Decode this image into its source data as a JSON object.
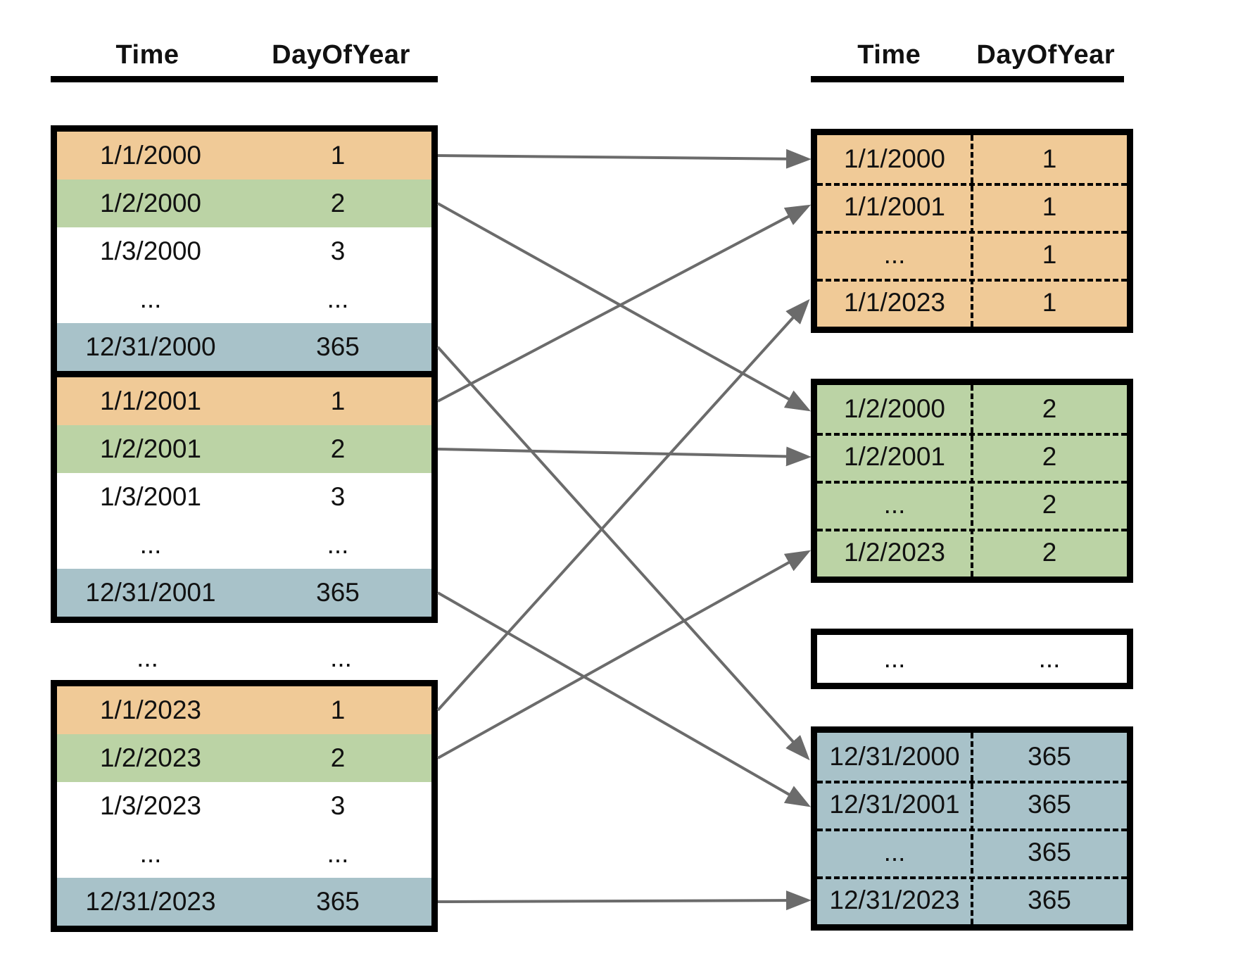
{
  "columns": {
    "time": "Time",
    "day": "DayOfYear"
  },
  "colors": {
    "orange": "#F0CA97",
    "green": "#BBD3A5",
    "blue": "#A8C2C9",
    "white": "#FFFFFF",
    "border": "#000000",
    "arrow": "#6B6B6B",
    "text": "#111111"
  },
  "left_tables": [
    {
      "name": "year-2000",
      "rows": [
        {
          "time": "1/1/2000",
          "day": "1",
          "color": "orange"
        },
        {
          "time": "1/2/2000",
          "day": "2",
          "color": "green"
        },
        {
          "time": "1/3/2000",
          "day": "3",
          "color": "white"
        },
        {
          "time": "...",
          "day": "...",
          "color": "white"
        },
        {
          "time": "12/31/2000",
          "day": "365",
          "color": "blue"
        }
      ]
    },
    {
      "name": "year-2001",
      "rows": [
        {
          "time": "1/1/2001",
          "day": "1",
          "color": "orange"
        },
        {
          "time": "1/2/2001",
          "day": "2",
          "color": "green"
        },
        {
          "time": "1/3/2001",
          "day": "3",
          "color": "white"
        },
        {
          "time": "...",
          "day": "...",
          "color": "white"
        },
        {
          "time": "12/31/2001",
          "day": "365",
          "color": "blue"
        }
      ]
    },
    {
      "name": "year-2023",
      "rows": [
        {
          "time": "1/1/2023",
          "day": "1",
          "color": "orange"
        },
        {
          "time": "1/2/2023",
          "day": "2",
          "color": "green"
        },
        {
          "time": "1/3/2023",
          "day": "3",
          "color": "white"
        },
        {
          "time": "...",
          "day": "...",
          "color": "white"
        },
        {
          "time": "12/31/2023",
          "day": "365",
          "color": "blue"
        }
      ]
    }
  ],
  "between_tables_ellipsis": {
    "time": "...",
    "day": "..."
  },
  "right_tables": [
    {
      "name": "day-1-group",
      "color": "orange",
      "divider": true,
      "rows": [
        {
          "time": "1/1/2000",
          "day": "1"
        },
        {
          "time": "1/1/2001",
          "day": "1"
        },
        {
          "time": "...",
          "day": "1"
        },
        {
          "time": "1/1/2023",
          "day": "1"
        }
      ]
    },
    {
      "name": "day-2-group",
      "color": "green",
      "divider": true,
      "rows": [
        {
          "time": "1/2/2000",
          "day": "2"
        },
        {
          "time": "1/2/2001",
          "day": "2"
        },
        {
          "time": "...",
          "day": "2"
        },
        {
          "time": "1/2/2023",
          "day": "2"
        }
      ]
    },
    {
      "name": "ellipsis-group",
      "color": "white",
      "divider": false,
      "rows": [
        {
          "time": "...",
          "day": "..."
        }
      ]
    },
    {
      "name": "day-365-group",
      "color": "blue",
      "divider": true,
      "rows": [
        {
          "time": "12/31/2000",
          "day": "365"
        },
        {
          "time": "12/31/2001",
          "day": "365"
        },
        {
          "time": "...",
          "day": "365"
        },
        {
          "time": "12/31/2023",
          "day": "365"
        }
      ]
    }
  ],
  "arrows": [
    {
      "from_table": 0,
      "from_row": 0,
      "to_table": 0,
      "to_row": 0
    },
    {
      "from_table": 0,
      "from_row": 1,
      "to_table": 1,
      "to_row": 0
    },
    {
      "from_table": 0,
      "from_row": 4,
      "to_table": 3,
      "to_row": 0
    },
    {
      "from_table": 1,
      "from_row": 0,
      "to_table": 0,
      "to_row": 1
    },
    {
      "from_table": 1,
      "from_row": 1,
      "to_table": 1,
      "to_row": 1
    },
    {
      "from_table": 1,
      "from_row": 4,
      "to_table": 3,
      "to_row": 1
    },
    {
      "from_table": 2,
      "from_row": 0,
      "to_table": 0,
      "to_row": 3
    },
    {
      "from_table": 2,
      "from_row": 1,
      "to_table": 1,
      "to_row": 3
    },
    {
      "from_table": 2,
      "from_row": 4,
      "to_table": 3,
      "to_row": 3
    }
  ]
}
